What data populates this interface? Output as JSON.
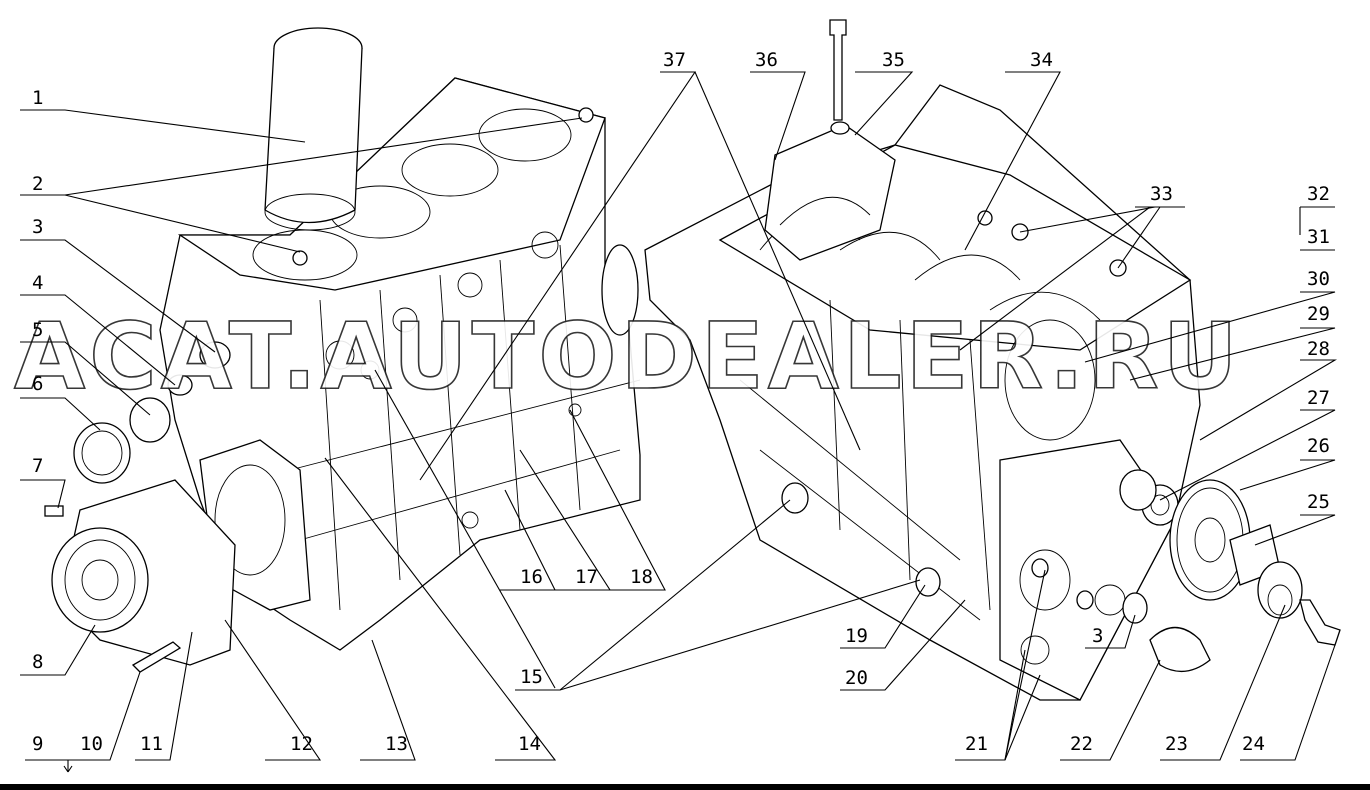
{
  "watermark": "ACAT.AUTODEALER.RU",
  "callouts": [
    "1",
    "2",
    "3",
    "4",
    "5",
    "6",
    "7",
    "8",
    "9",
    "10",
    "11",
    "12",
    "13",
    "14",
    "15",
    "16",
    "17",
    "18",
    "19",
    "20",
    "21",
    "22",
    "23",
    "24",
    "25",
    "26",
    "27",
    "28",
    "29",
    "30",
    "31",
    "32",
    "33",
    "34",
    "35",
    "36",
    "37"
  ],
  "extra_labels": {
    "left_3": "3"
  }
}
